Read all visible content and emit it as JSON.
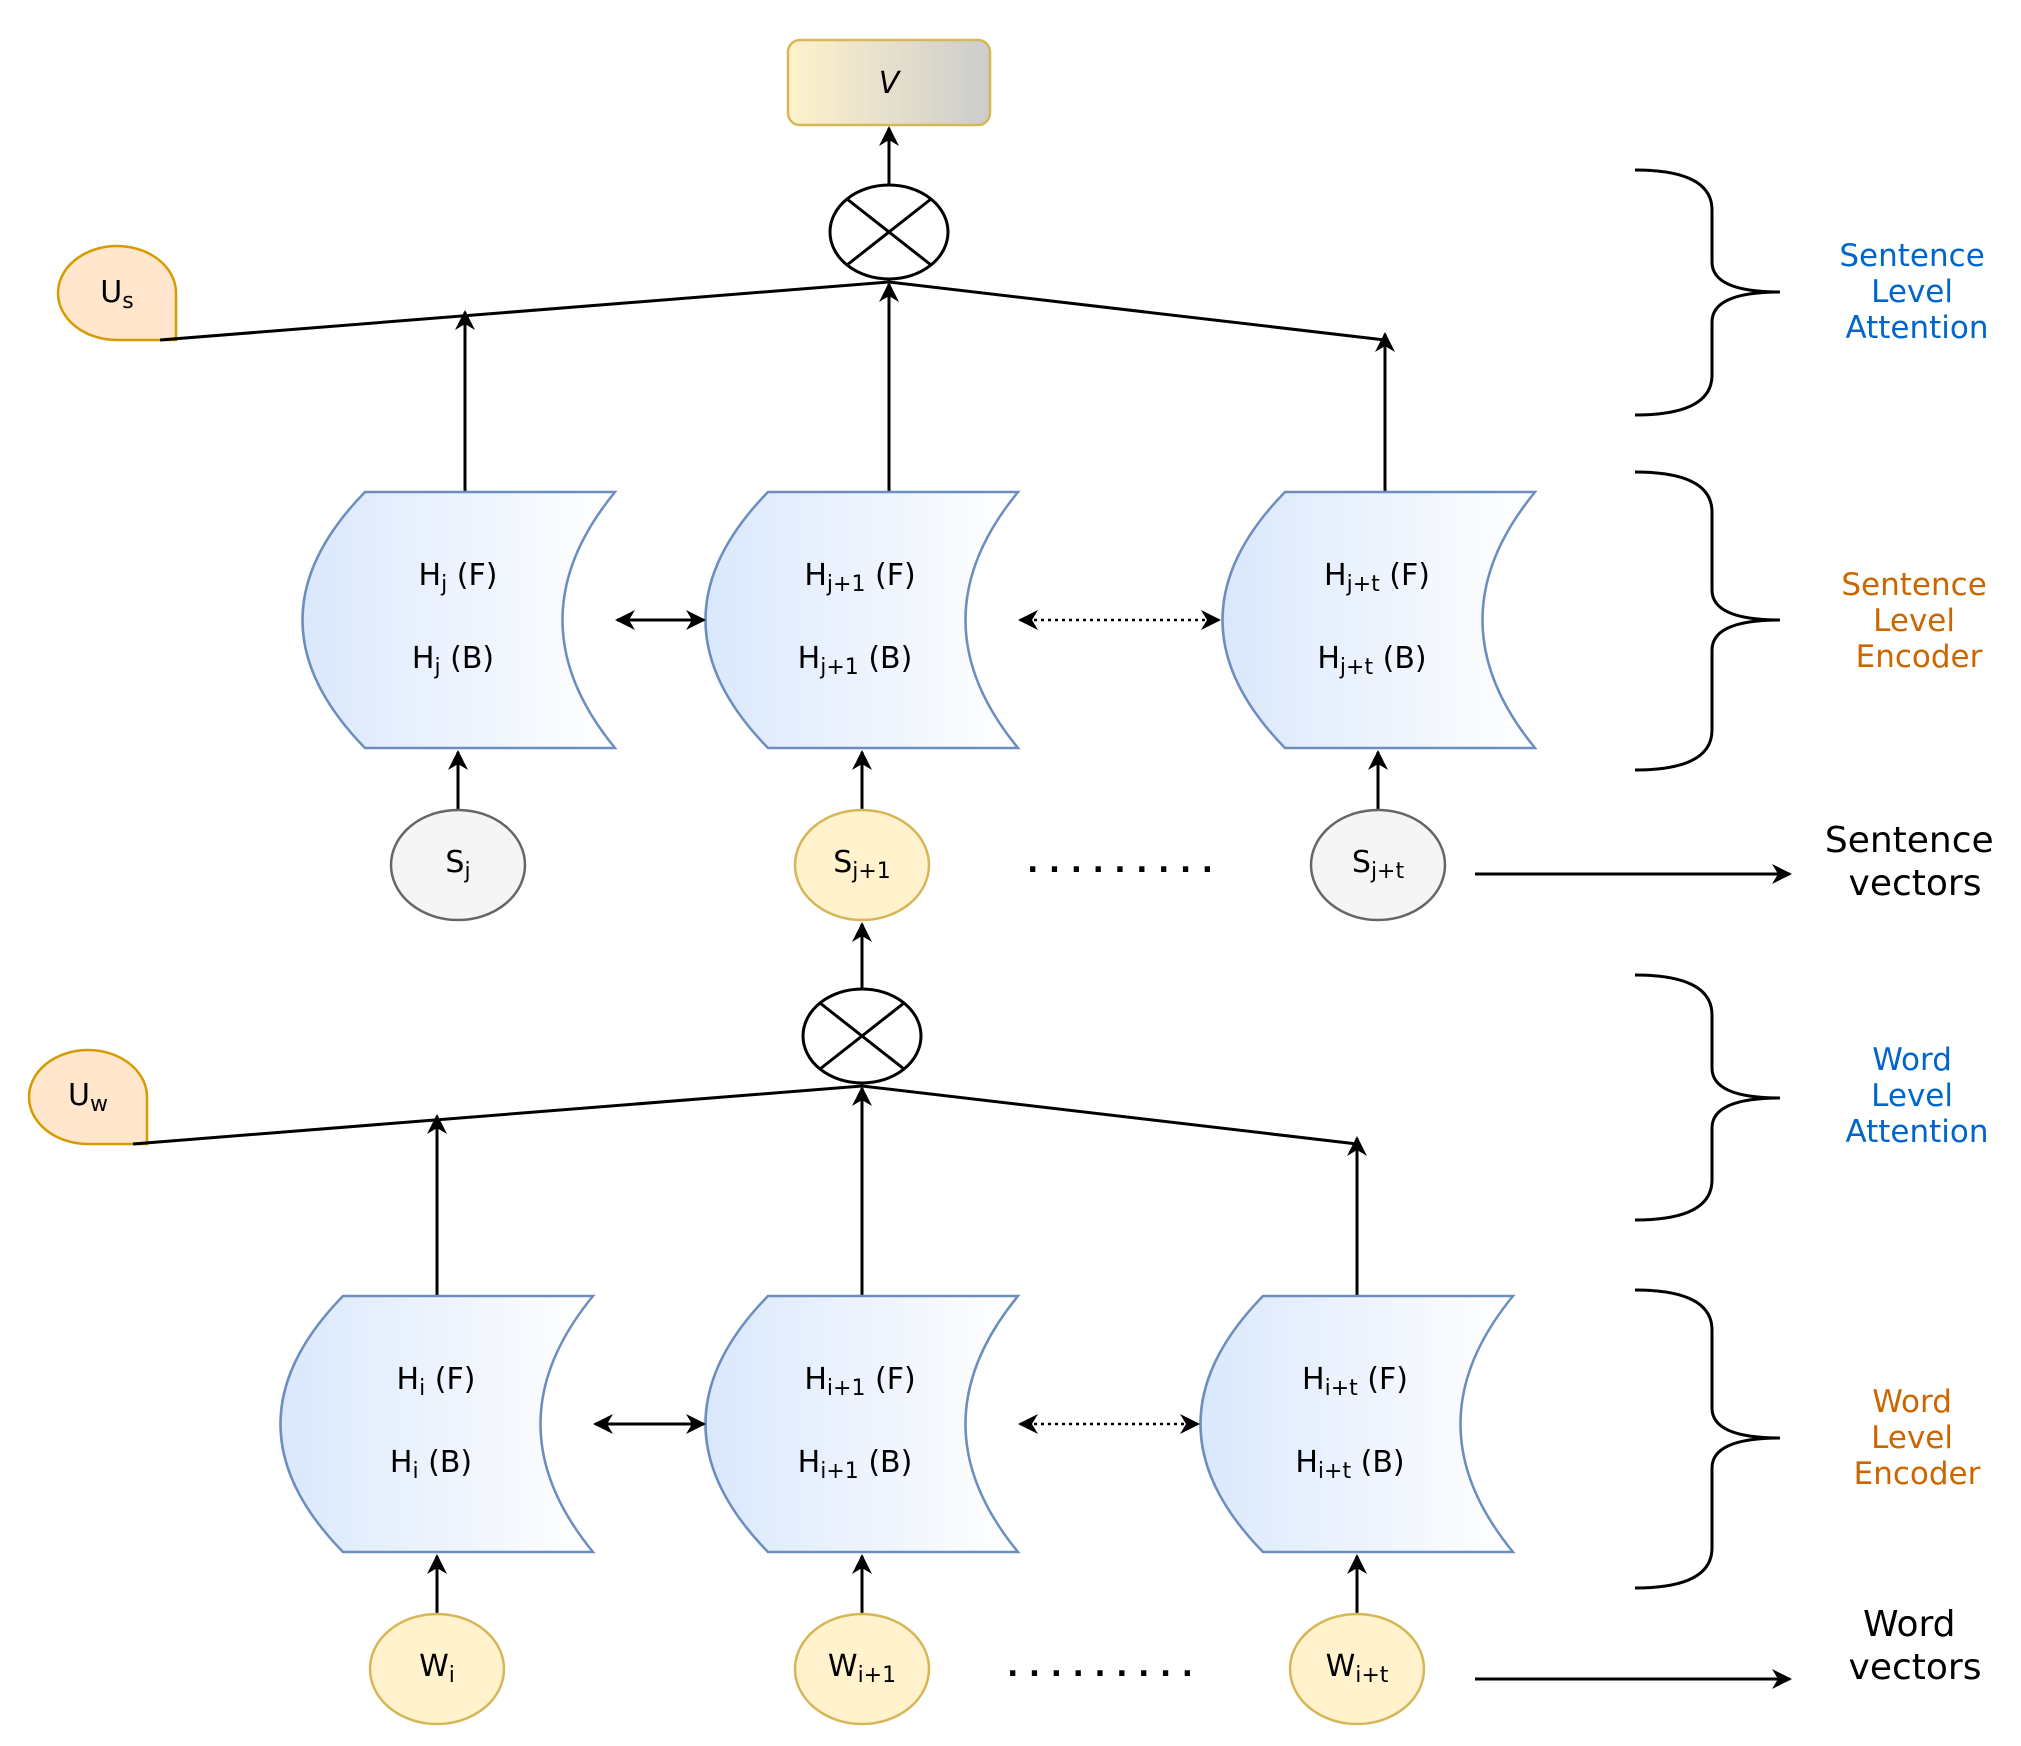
{
  "output": {
    "label": "V"
  },
  "sentence_level": {
    "context_vector": {
      "base": "U",
      "sub": "s"
    },
    "cells": [
      {
        "f_base": "H",
        "f_sub": "j",
        "f_suffix": " (F)",
        "b_base": "H",
        "b_sub": "j",
        "b_suffix": " (B)"
      },
      {
        "f_base": "H",
        "f_sub": "j+1",
        "f_suffix": " (F)",
        "b_base": "H",
        "b_sub": "j+1",
        "b_suffix": " (B)"
      },
      {
        "f_base": "H",
        "f_sub": "j+t",
        "f_suffix": " (F)",
        "b_base": "H",
        "b_sub": "j+t",
        "b_suffix": " (B)"
      }
    ],
    "inputs": [
      {
        "base": "S",
        "sub": "j"
      },
      {
        "base": "S",
        "sub": "j+1"
      },
      {
        "base": "S",
        "sub": "j+t"
      }
    ],
    "ellipsis": ". . . . . . . . ."
  },
  "word_level": {
    "context_vector": {
      "base": "U",
      "sub": "w"
    },
    "cells": [
      {
        "f_base": "H",
        "f_sub": "i",
        "f_suffix": " (F)",
        "b_base": "H",
        "b_sub": "i",
        "b_suffix": " (B)"
      },
      {
        "f_base": "H",
        "f_sub": "i+1",
        "f_suffix": " (F)",
        "b_base": "H",
        "b_sub": "i+1",
        "b_suffix": " (B)"
      },
      {
        "f_base": "H",
        "f_sub": "i+t",
        "f_suffix": " (F)",
        "b_base": "H",
        "b_sub": "i+t",
        "b_suffix": " (B)"
      }
    ],
    "inputs": [
      {
        "base": "W",
        "sub": "i"
      },
      {
        "base": "W",
        "sub": "i+1"
      },
      {
        "base": "W",
        "sub": "i+t"
      }
    ],
    "ellipsis": ". . . . . . . . ."
  },
  "side_labels": {
    "sentence_attention": [
      "Sentence",
      "Level",
      "Attention"
    ],
    "sentence_encoder": [
      "Sentence",
      "Level",
      "Encoder"
    ],
    "sentence_vectors": [
      "Sentence",
      "vectors"
    ],
    "word_attention": [
      "Word",
      "Level",
      "Attention"
    ],
    "word_encoder": [
      "Word",
      "Level",
      "Encoder"
    ],
    "word_vectors": [
      "Word",
      "vectors"
    ]
  },
  "colors": {
    "attention_label": "#0066cc",
    "encoder_label": "#cc6600",
    "cell_stroke": "#6c8ebf",
    "cell_fill_start": "#dae8fc",
    "yellow_node": "#fff2cc",
    "yellow_stroke": "#d6b656",
    "grey_node": "#f5f5f5",
    "grey_stroke": "#666666",
    "context_node": "#ffe6cc",
    "context_stroke": "#d79b00"
  }
}
